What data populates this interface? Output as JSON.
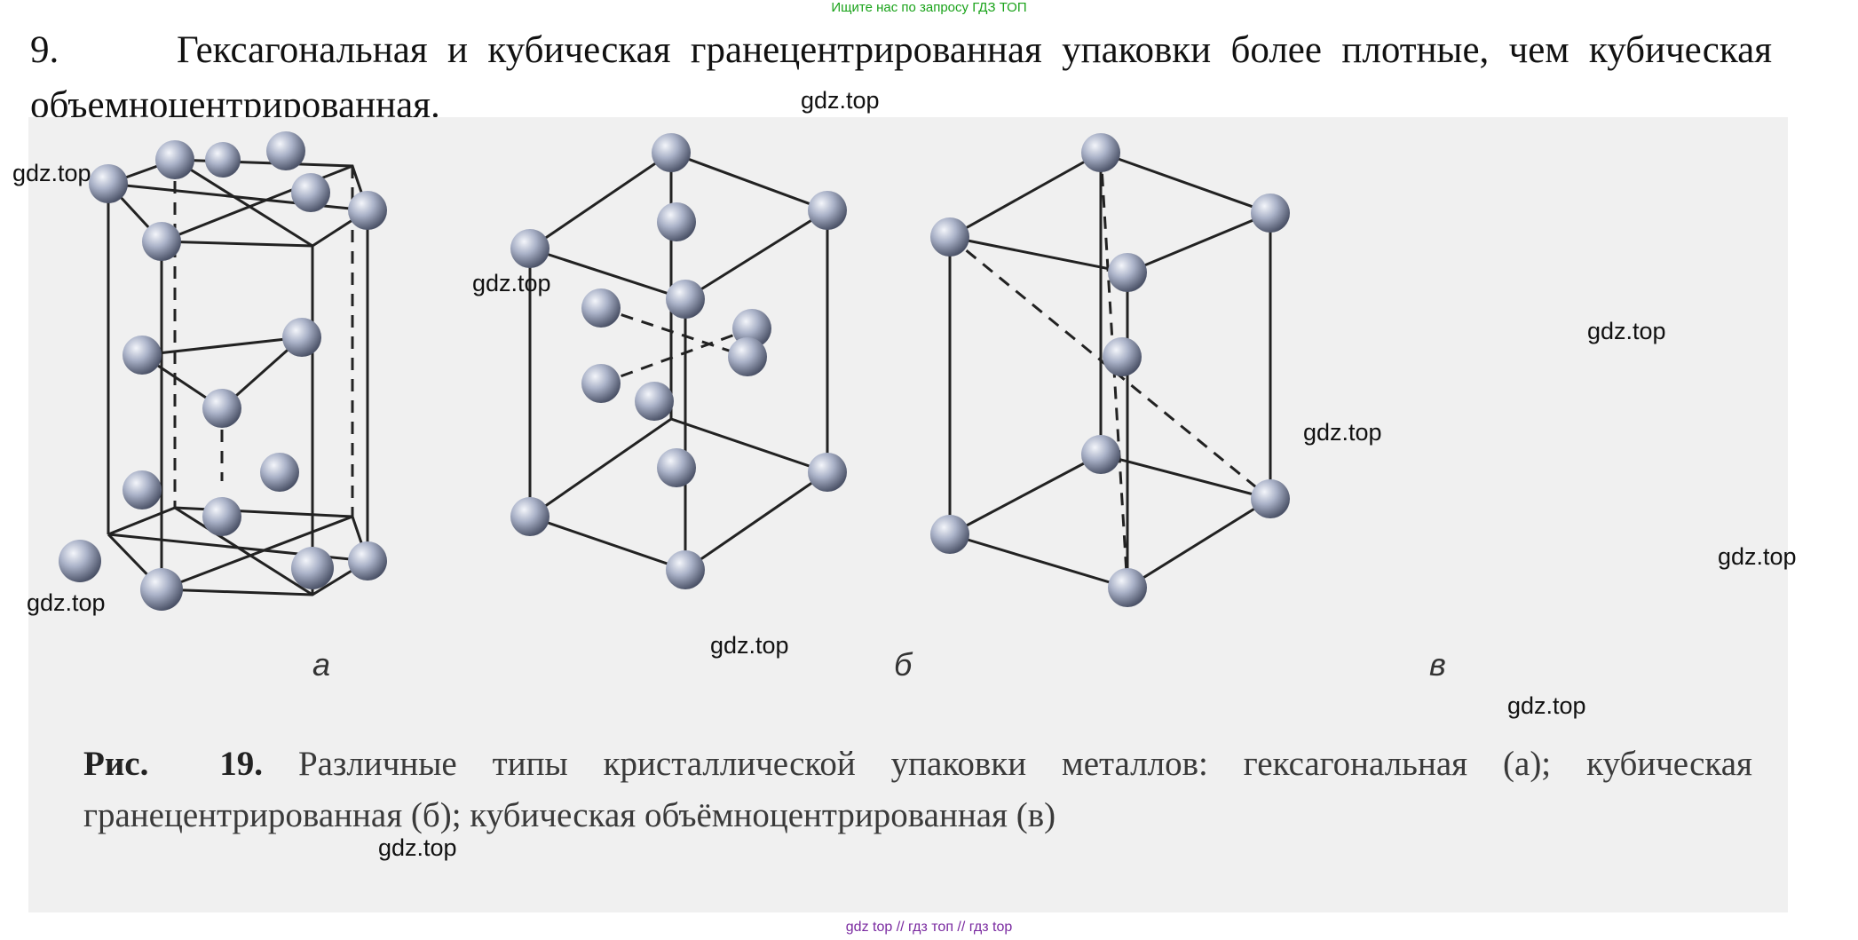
{
  "top_banner": "Ищите нас по запросу ГДЗ ТОП",
  "answer": {
    "number": "9.",
    "text": "Гексагональная и кубическая гранецентрированная упаковки более плотные, чем кубическая объемноцентрированная."
  },
  "figure": {
    "labels": [
      "а",
      "б",
      "в"
    ],
    "caption_prefix": "Рис.",
    "caption_number": "19.",
    "caption_text": "Различные типы кристаллической упаковки металлов: гексагональная (а); кубическая гранецентрированная (б); кубическая объёмноцентрированная (в)"
  },
  "watermarks": [
    "gdz.top",
    "gdz.top",
    "gdz.top",
    "gdz.top",
    "gdz.top",
    "gdz.top",
    "gdz.top",
    "gdz.top",
    "gdz.top",
    "gdz.top"
  ],
  "footer": "gdz top  //  гдз топ  //  гдз top",
  "colors": {
    "banner": "#1aa31a",
    "footer": "#7a2aa0",
    "atom": "#9aa3bd"
  }
}
